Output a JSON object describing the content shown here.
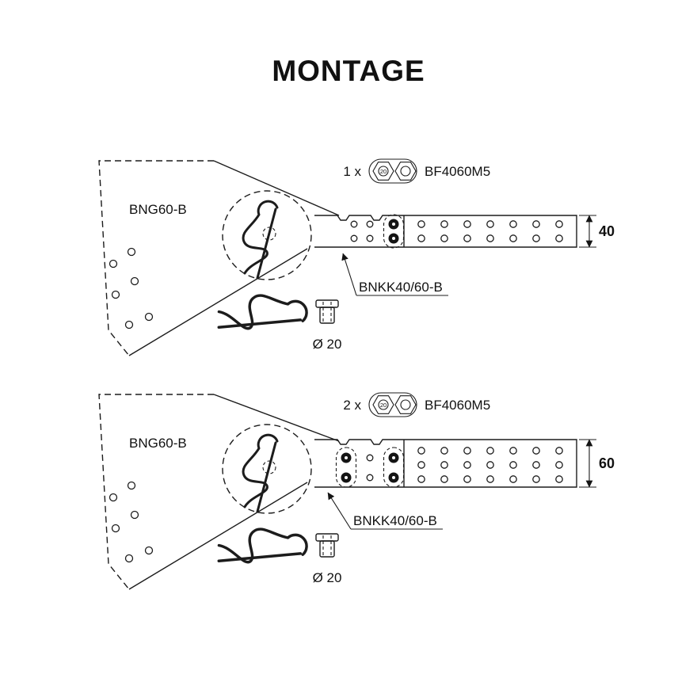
{
  "title": "MONTAGE",
  "diagrams": [
    {
      "plate_label": "BNG60-B",
      "fastener_qty": "1 x",
      "fastener_label": "BF4060M5",
      "fastener_size": "20",
      "strap_label": "BNKK40/60-B",
      "bushing_label": "Ø 20",
      "height_dimension": "40"
    },
    {
      "plate_label": "BNG60-B",
      "fastener_qty": "2 x",
      "fastener_label": "BF4060M5",
      "fastener_size": "20",
      "strap_label": "BNKK40/60-B",
      "bushing_label": "Ø 20",
      "height_dimension": "60"
    }
  ]
}
